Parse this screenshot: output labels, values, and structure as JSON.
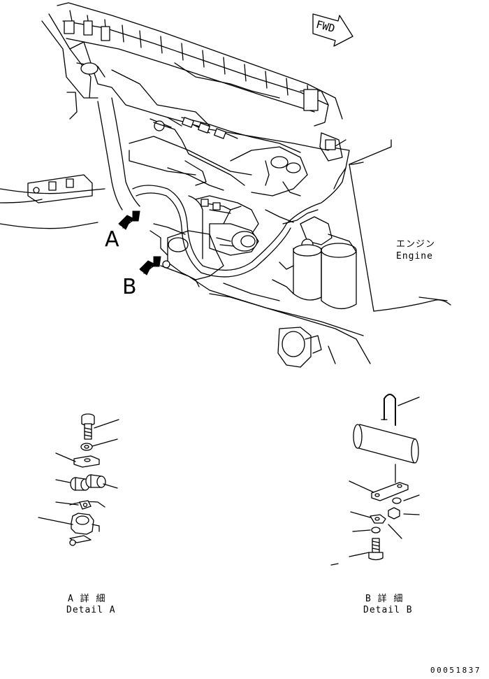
{
  "labels": {
    "fwd": "FWD",
    "arrow_a": "A",
    "arrow_b": "B",
    "engine_jp": "エンジン",
    "engine_en": "Engine",
    "detail_a_jp": "A 詳 細",
    "detail_a_en": "Detail A",
    "detail_b_jp": "B 詳 細",
    "detail_b_en": "Detail B",
    "reference": "00051837"
  }
}
